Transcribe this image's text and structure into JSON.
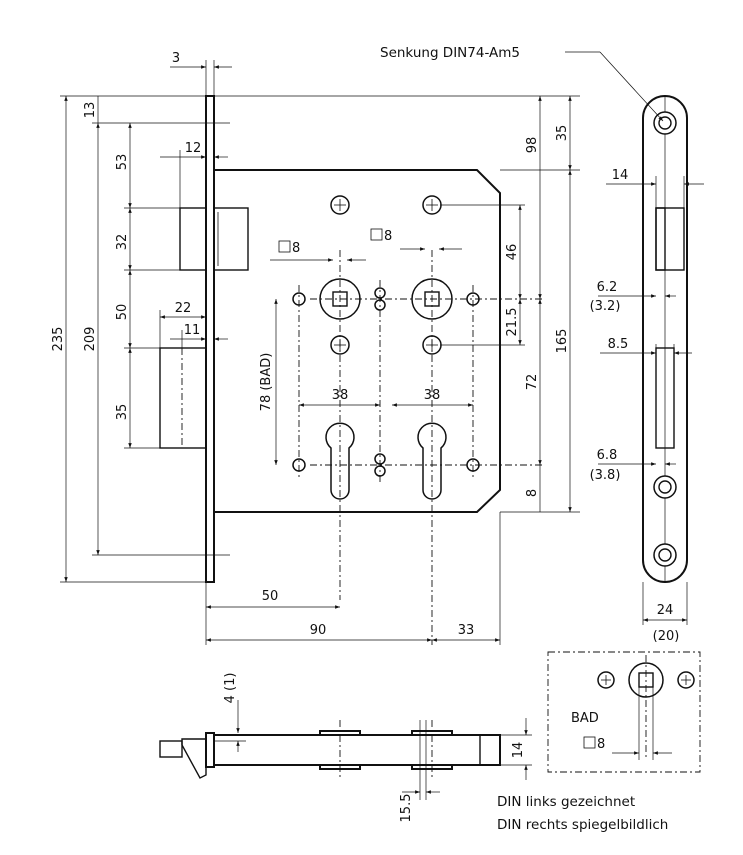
{
  "labels": {
    "d_3": "3",
    "d_13": "13",
    "d_53": "53",
    "d_12": "12",
    "d_32": "32",
    "d_50a": "50",
    "d_22": "22",
    "d_11": "11",
    "d_35a": "35",
    "d_235": "235",
    "d_209": "209",
    "d_78": "78 (BAD)",
    "d_38a": "38",
    "d_38b": "38",
    "d_sq8a": "8",
    "d_sq8b": "8",
    "d_98": "98",
    "d_35b": "35",
    "d_46": "46",
    "d_215": "21.5",
    "d_72": "72",
    "d_165": "165",
    "d_8": "8",
    "d_50b": "50",
    "d_90": "90",
    "d_33": "33",
    "d_4": "4 (1)",
    "d_155": "15.5",
    "d_14b": "14",
    "d_14a": "14",
    "d_62": "6.2",
    "d_32p": "(3.2)",
    "d_85": "8.5",
    "d_68": "6.8",
    "d_38p": "(3.8)",
    "d_24": "24",
    "d_20p": "(20)",
    "senkung": "Senkung DIN74-Am5",
    "bad": "BAD",
    "d_sq8c": "8",
    "note_line1": "DIN links gezeichnet",
    "note_line2": "DIN rechts spiegelbildlich"
  }
}
